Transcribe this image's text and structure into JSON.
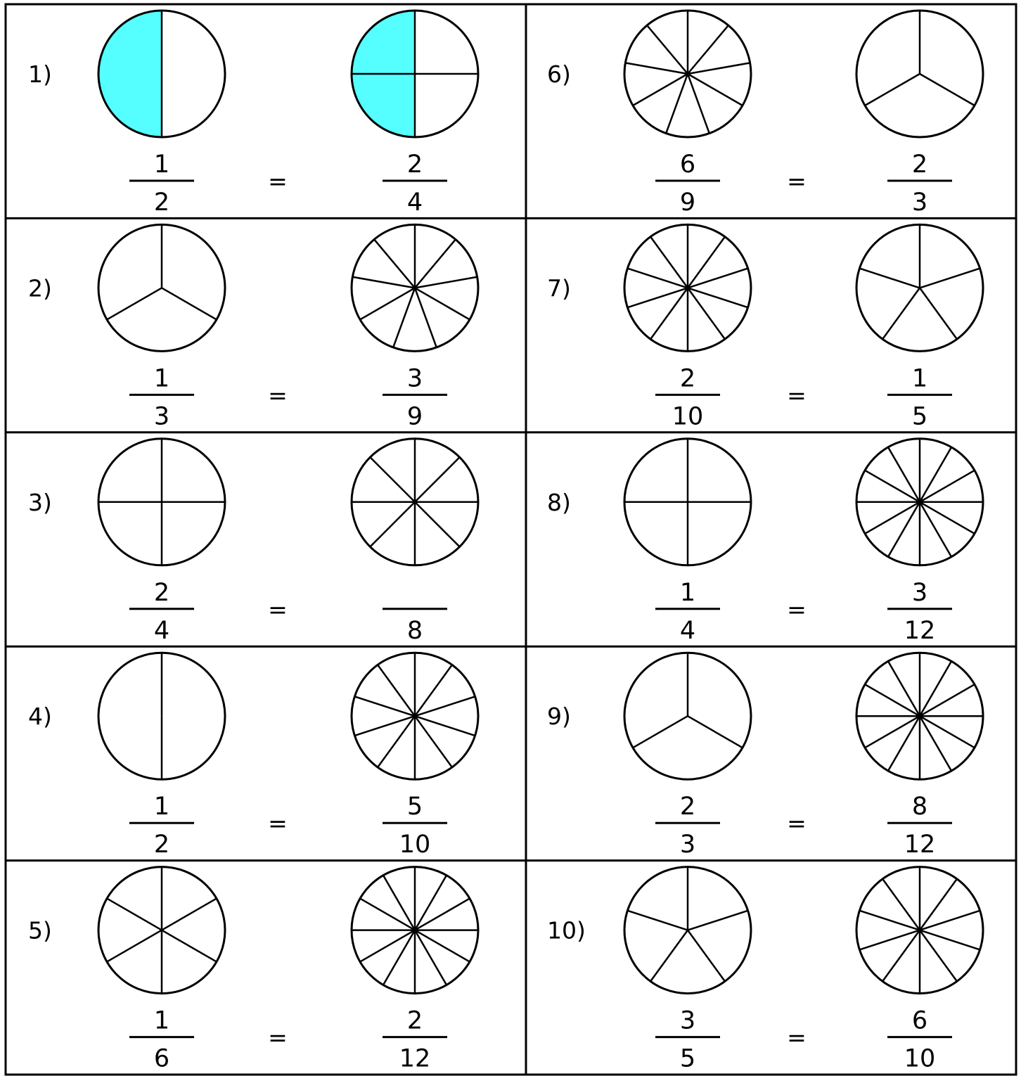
{
  "colors": {
    "shade": "#55FFFF",
    "line": "#000000",
    "background": "#FFFFFF"
  },
  "problems": [
    {
      "label": "1)",
      "equals": "=",
      "left": {
        "pieces": 2,
        "shaded": 1,
        "fraction": {
          "numerator": "1",
          "denominator": "2"
        }
      },
      "right": {
        "pieces": 4,
        "shaded": 2,
        "fraction": {
          "numerator": "2",
          "denominator": "4"
        }
      }
    },
    {
      "label": "2)",
      "equals": "=",
      "left": {
        "pieces": 3,
        "shaded": 0,
        "fraction": {
          "numerator": "1",
          "denominator": "3"
        }
      },
      "right": {
        "pieces": 9,
        "shaded": 0,
        "fraction": {
          "numerator": "3",
          "denominator": "9"
        }
      }
    },
    {
      "label": "3)",
      "equals": "=",
      "left": {
        "pieces": 4,
        "shaded": 0,
        "fraction": {
          "numerator": "2",
          "denominator": "4"
        }
      },
      "right": {
        "pieces": 8,
        "shaded": 0,
        "fraction": {
          "numerator": "",
          "denominator": "8"
        }
      }
    },
    {
      "label": "4)",
      "equals": "=",
      "left": {
        "pieces": 2,
        "shaded": 0,
        "fraction": {
          "numerator": "1",
          "denominator": "2"
        }
      },
      "right": {
        "pieces": 10,
        "shaded": 0,
        "fraction": {
          "numerator": "5",
          "denominator": "10"
        }
      }
    },
    {
      "label": "5)",
      "equals": "=",
      "left": {
        "pieces": 6,
        "shaded": 0,
        "fraction": {
          "numerator": "1",
          "denominator": "6"
        }
      },
      "right": {
        "pieces": 12,
        "shaded": 0,
        "fraction": {
          "numerator": "2",
          "denominator": "12"
        }
      }
    },
    {
      "label": "6)",
      "equals": "=",
      "left": {
        "pieces": 9,
        "shaded": 0,
        "fraction": {
          "numerator": "6",
          "denominator": "9"
        }
      },
      "right": {
        "pieces": 3,
        "shaded": 0,
        "fraction": {
          "numerator": "2",
          "denominator": "3"
        }
      }
    },
    {
      "label": "7)",
      "equals": "=",
      "left": {
        "pieces": 10,
        "shaded": 0,
        "fraction": {
          "numerator": "2",
          "denominator": "10"
        }
      },
      "right": {
        "pieces": 5,
        "shaded": 0,
        "fraction": {
          "numerator": "1",
          "denominator": "5"
        }
      }
    },
    {
      "label": "8)",
      "equals": "=",
      "left": {
        "pieces": 4,
        "shaded": 0,
        "fraction": {
          "numerator": "1",
          "denominator": "4"
        }
      },
      "right": {
        "pieces": 12,
        "shaded": 0,
        "fraction": {
          "numerator": "3",
          "denominator": "12"
        }
      }
    },
    {
      "label": "9)",
      "equals": "=",
      "left": {
        "pieces": 3,
        "shaded": 0,
        "fraction": {
          "numerator": "2",
          "denominator": "3"
        }
      },
      "right": {
        "pieces": 12,
        "shaded": 0,
        "fraction": {
          "numerator": "8",
          "denominator": "12"
        }
      }
    },
    {
      "label": "10)",
      "equals": "=",
      "left": {
        "pieces": 5,
        "shaded": 0,
        "fraction": {
          "numerator": "3",
          "denominator": "5"
        }
      },
      "right": {
        "pieces": 10,
        "shaded": 0,
        "fraction": {
          "numerator": "6",
          "denominator": "10"
        }
      }
    }
  ]
}
